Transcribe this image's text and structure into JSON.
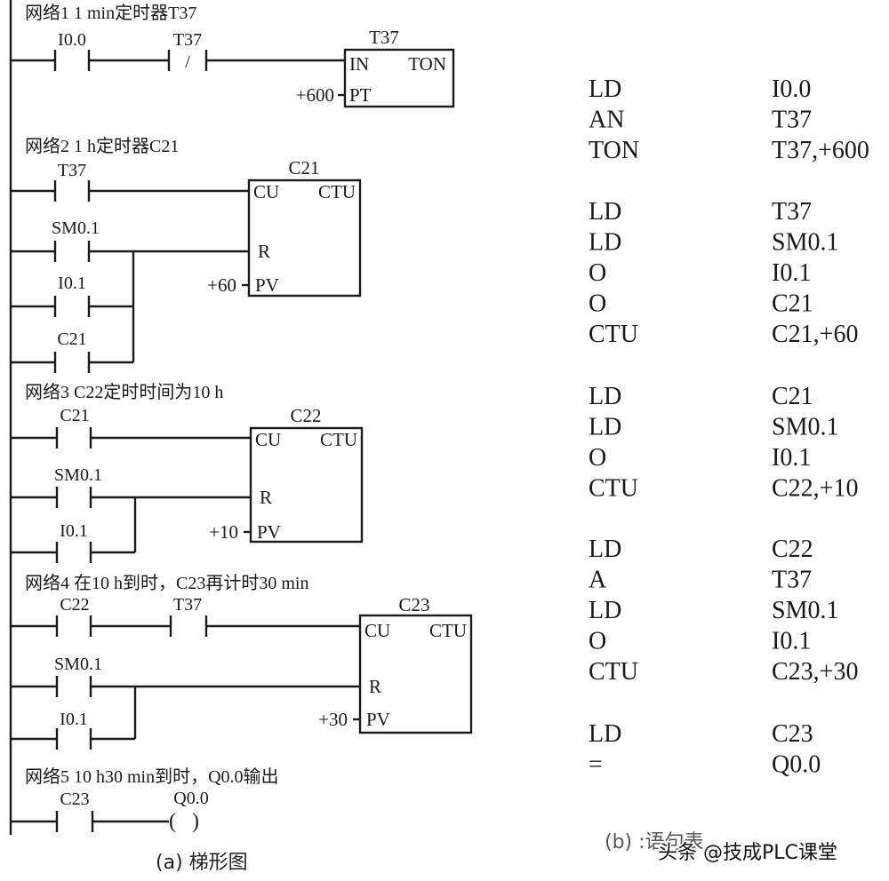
{
  "ladder": {
    "caption": "(a) 梯形图",
    "networks": [
      {
        "title": "网络1  1 min定时器T37",
        "contacts": [
          "I0.0",
          "T37"
        ],
        "nc_mark": "/",
        "box": {
          "name": "T37",
          "type": "TON",
          "in": "IN",
          "pt": "PT",
          "preset": "+600"
        }
      },
      {
        "title": "网络2  1 h定时器C21",
        "contacts": [
          "T37",
          "SM0.1",
          "I0.1",
          "C21"
        ],
        "box": {
          "name": "C21",
          "type": "CTU",
          "cu": "CU",
          "r": "R",
          "pv": "PV",
          "preset": "+60"
        }
      },
      {
        "title": "网络3  C22定时时间为10 h",
        "contacts": [
          "C21",
          "SM0.1",
          "I0.1"
        ],
        "box": {
          "name": "C22",
          "type": "CTU",
          "cu": "CU",
          "r": "R",
          "pv": "PV",
          "preset": "+10"
        }
      },
      {
        "title": "网络4  在10 h到时，C23再计时30 min",
        "contacts": [
          "C22",
          "T37",
          "SM0.1",
          "I0.1"
        ],
        "box": {
          "name": "C23",
          "type": "CTU",
          "cu": "CU",
          "r": "R",
          "pv": "PV",
          "preset": "+30"
        }
      },
      {
        "title": "网络5  10 h30 min到时，Q0.0输出",
        "contacts": [
          "C23"
        ],
        "coil": {
          "name": "Q0.0",
          "symbol": "(   )"
        }
      }
    ]
  },
  "statements": {
    "caption": "(b) :语句表",
    "groups": [
      [
        [
          "LD",
          "I0.0"
        ],
        [
          "AN",
          "T37"
        ],
        [
          "TON",
          "T37,+600"
        ]
      ],
      [
        [
          "LD",
          "T37"
        ],
        [
          "LD",
          "SM0.1"
        ],
        [
          "O",
          "I0.1"
        ],
        [
          "O",
          "C21"
        ],
        [
          "CTU",
          "C21,+60"
        ]
      ],
      [
        [
          "LD",
          "C21"
        ],
        [
          "LD",
          "SM0.1"
        ],
        [
          "O",
          "I0.1"
        ],
        [
          "CTU",
          "C22,+10"
        ]
      ],
      [
        [
          "LD",
          "C22"
        ],
        [
          "A",
          "T37"
        ],
        [
          "LD",
          "SM0.1"
        ],
        [
          "O",
          "I0.1"
        ],
        [
          "CTU",
          "C23,+30"
        ]
      ],
      [
        [
          "LD",
          "C23"
        ],
        [
          "=",
          "Q0.0"
        ]
      ]
    ]
  },
  "watermark": "头条 @技成PLC课堂"
}
